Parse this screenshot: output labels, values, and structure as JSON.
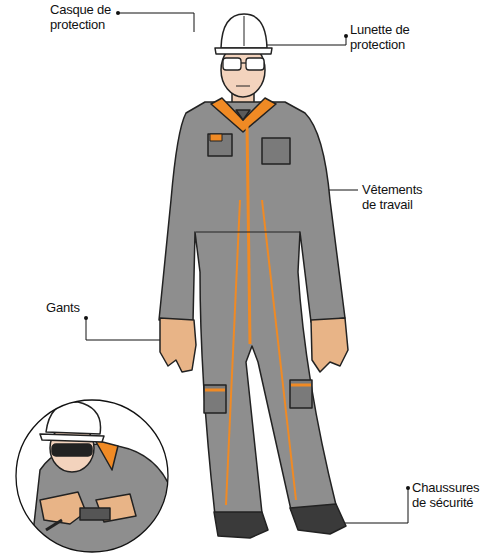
{
  "diagram": {
    "labels": [
      "Casque de protection",
      "Lunette de protection",
      "Vêtements de travail",
      "Gants",
      "Chaussures de sécurité"
    ]
  }
}
